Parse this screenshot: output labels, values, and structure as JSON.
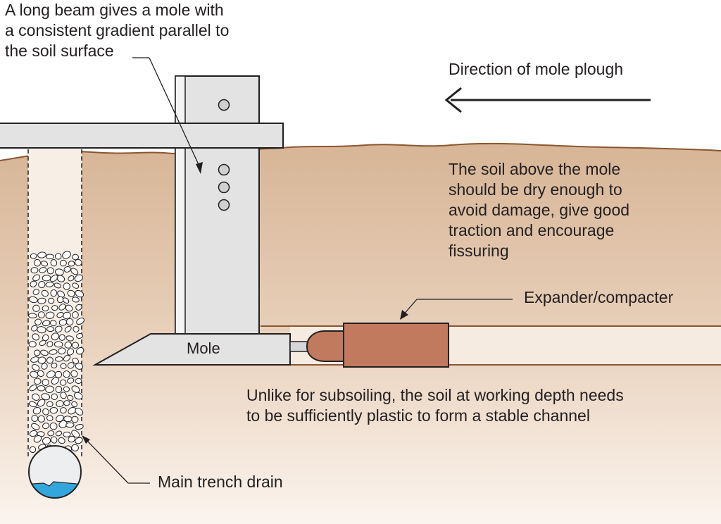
{
  "colors": {
    "soil_top": "#d7b596",
    "soil_bottom": "#fbf4ee",
    "soil_line": "#8a5630",
    "plough_fill": "#e3e3e4",
    "plough_stroke": "#231f20",
    "expander_fill": "#c27a5e",
    "water": "#33a6dd"
  },
  "icons": {
    "arrow": "left-arrow-icon"
  },
  "labels": {
    "beam_note": [
      "A long beam gives a mole with",
      "a consistent gradient parallel to",
      "the soil surface"
    ],
    "direction": "Direction of mole plough",
    "soil_note": [
      "The soil above the mole",
      "should be dry enough to",
      "avoid damage, give good",
      "traction and encourage",
      "fissuring"
    ],
    "expander": "Expander/compacter",
    "mole": "Mole",
    "working_depth_note": [
      "Unlike for subsoiling, the soil at working depth needs",
      "to be sufficiently plastic to form a stable channel"
    ],
    "trench_drain": "Main trench drain"
  }
}
